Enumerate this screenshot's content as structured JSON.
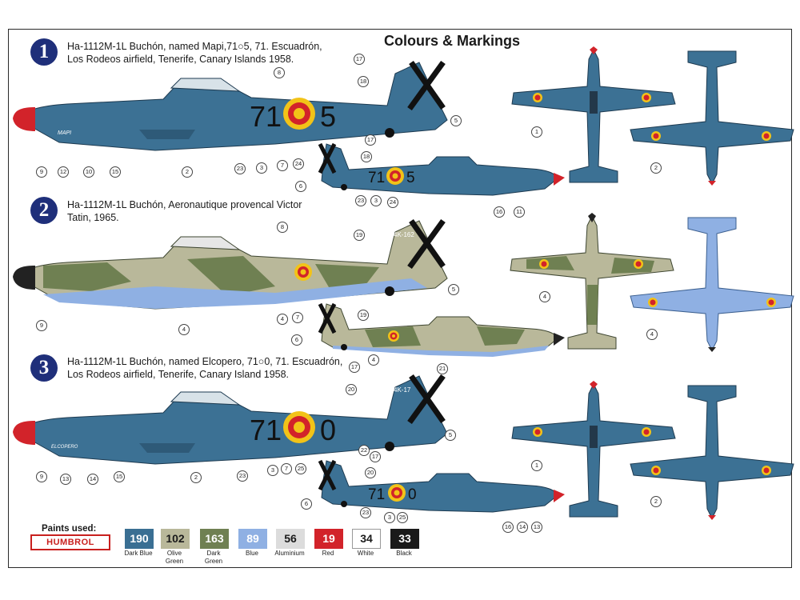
{
  "title": "Colours & Markings",
  "schemes": [
    {
      "number": "1",
      "line1": "Ha-1112M-1L Buchón, named Mapi,71○5,  71. Escuadrón,",
      "line2": "Los Rodeos airfield, Tenerife, Canary Islands 1958."
    },
    {
      "number": "2",
      "line1": "Ha-1112M-1L Buchón, Aeronautique provencal Victor",
      "line2": "Tatin, 1965."
    },
    {
      "number": "3",
      "line1": "Ha-1112M-1L Buchón, named Elcopero, 71○0, 71. Escuadrón,",
      "line2": "Los Rodeos airfield, Tenerife, Canary Island 1958."
    }
  ],
  "codes": {
    "s1_left": "71",
    "s1_right": "5",
    "s3_left": "71",
    "s3_right": "0",
    "s2_tail": "C.4K-162",
    "s3_tail": "C.4K-17",
    "s1_name": "MAPI",
    "s3_name": "ELCOPERO"
  },
  "callouts": [
    "1",
    "2",
    "3",
    "4",
    "5",
    "6",
    "7",
    "8",
    "9",
    "10",
    "11",
    "12",
    "13",
    "14",
    "15",
    "16",
    "17",
    "18",
    "19",
    "20",
    "21",
    "22",
    "23",
    "24",
    "25"
  ],
  "paints": {
    "label": "Paints used:",
    "brand": "HUMBROL",
    "items": [
      {
        "code": "190",
        "name1": "Dark Blue",
        "name2": "",
        "color": "#3a6f93",
        "text": "#ffffff"
      },
      {
        "code": "102",
        "name1": "Olive",
        "name2": "Green",
        "color": "#b9b89a",
        "text": "#1a1a1a"
      },
      {
        "code": "163",
        "name1": "Dark",
        "name2": "Green",
        "color": "#6f8052",
        "text": "#ffffff"
      },
      {
        "code": "89",
        "name1": "Blue",
        "name2": "",
        "color": "#8fb0e3",
        "text": "#ffffff"
      },
      {
        "code": "56",
        "name1": "Aluminium",
        "name2": "",
        "color": "#dcdcdc",
        "text": "#1a1a1a"
      },
      {
        "code": "19",
        "name1": "Red",
        "name2": "",
        "color": "#d2232a",
        "text": "#ffffff"
      },
      {
        "code": "34",
        "name1": "White",
        "name2": "",
        "color": "#ffffff",
        "text": "#1a1a1a"
      },
      {
        "code": "33",
        "name1": "Black",
        "name2": "",
        "color": "#1a1a1a",
        "text": "#ffffff"
      }
    ]
  }
}
